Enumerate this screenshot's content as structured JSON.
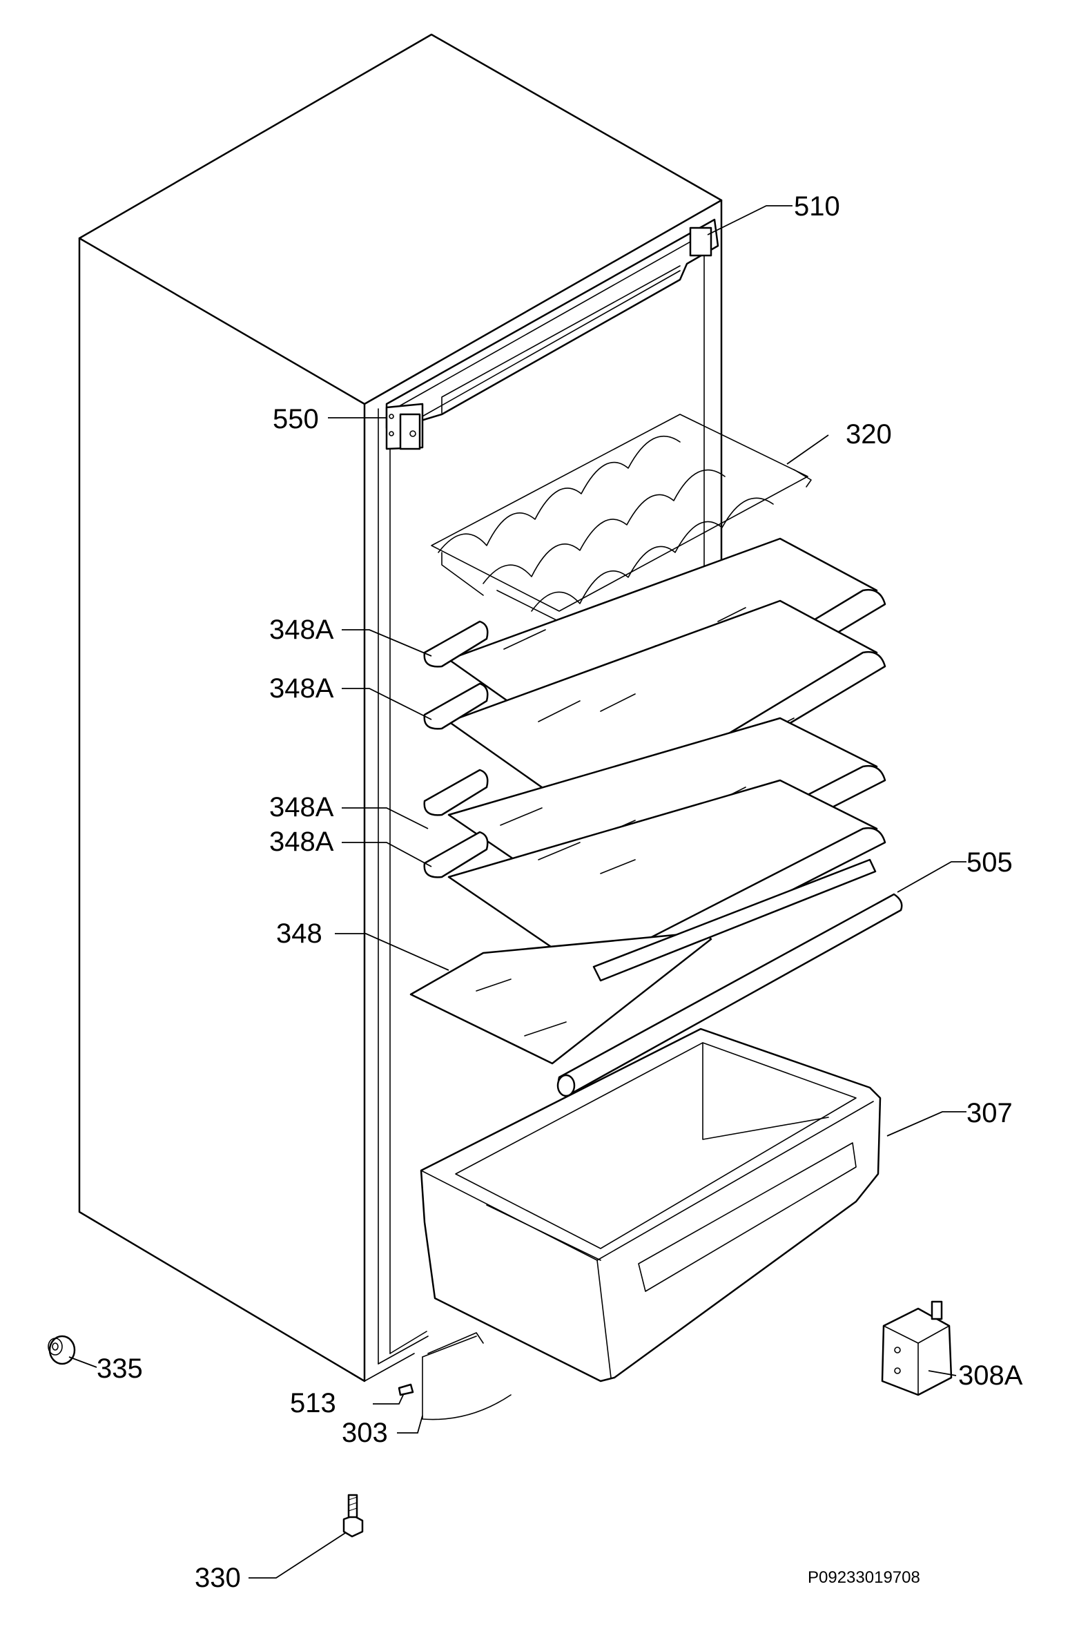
{
  "parts": {
    "p510": "510",
    "p550": "550",
    "p320": "320",
    "p348a_1": "348A",
    "p348a_2": "348A",
    "p348a_3": "348A",
    "p348a_4": "348A",
    "p505": "505",
    "p348": "348",
    "p307": "307",
    "p335": "335",
    "p513": "513",
    "p303": "303",
    "p308a": "308A",
    "p330": "330"
  },
  "drawing_code": "P09233019708"
}
